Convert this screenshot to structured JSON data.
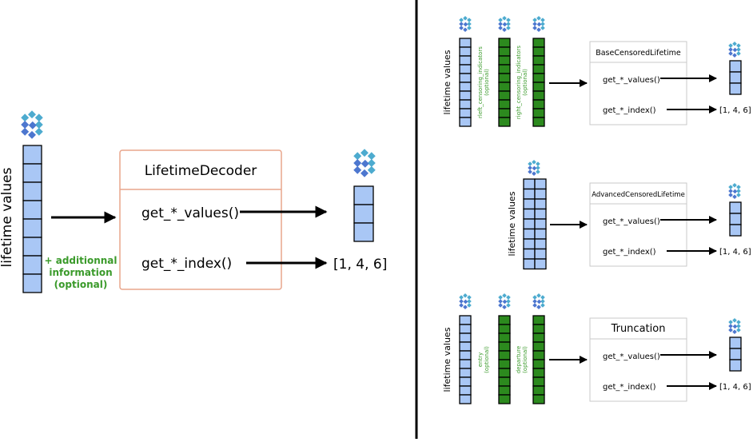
{
  "main": {
    "input_label": "lifetime values",
    "additional_info": [
      "+ additionnal",
      "information",
      "(optional)"
    ],
    "decoder_title": "LifetimeDecoder",
    "method_values": "get_*_values()",
    "method_index": "get_*_index()",
    "index_output": "[1, 4, 6]"
  },
  "panels": [
    {
      "name": "base-censored",
      "columns": [
        {
          "label": "lifetime values",
          "sub": "",
          "color": "blue"
        },
        {
          "label": "rleft_censoring_indicators",
          "sub": "(optional)",
          "color": "green"
        },
        {
          "label": "right_censoring_indicators",
          "sub": "(optional)",
          "color": "green"
        }
      ],
      "box_title": "BaseCensoredLifetime",
      "method_values": "get_*_values()",
      "method_index": "get_*_index()",
      "index_output": "[1, 4, 6]"
    },
    {
      "name": "advanced-censored",
      "columns": [
        {
          "label": "lifetime values",
          "sub": "",
          "color": "blue-2d"
        }
      ],
      "box_title": "AdvancedCensoredLifetime",
      "method_values": "get_*_values()",
      "method_index": "get_*_index()",
      "index_output": "[1, 4, 6]"
    },
    {
      "name": "truncation",
      "columns": [
        {
          "label": "lifetime values",
          "sub": "",
          "color": "blue"
        },
        {
          "label": "entry",
          "sub": "(optional)",
          "color": "green"
        },
        {
          "label": "departure",
          "sub": "(optional)",
          "color": "green"
        }
      ],
      "box_title": "Truncation",
      "method_values": "get_*_values()",
      "method_index": "get_*_index()",
      "index_output": "[1, 4, 6]"
    }
  ],
  "colors": {
    "array_blue": "#a9c7f5",
    "array_green": "#2c8a1e",
    "box_border_main": "#e8a58c",
    "box_border_side": "#c9c9c9",
    "info_green": "#3a9a2a",
    "label_green": "#3a9a2a",
    "numpy_light": "#4dabcf",
    "numpy_dark": "#4d77cf"
  },
  "icons": [
    "numpy-logo-icon",
    "arrow-right-icon"
  ]
}
